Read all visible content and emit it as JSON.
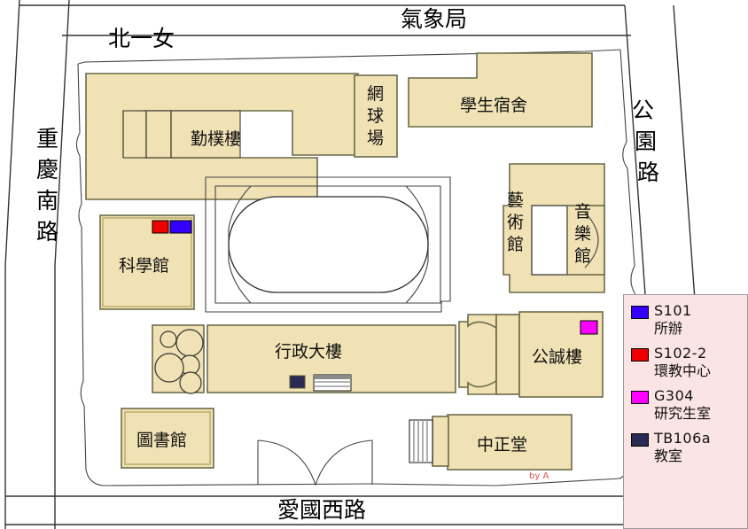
{
  "map": {
    "title_signature": "by A",
    "colors": {
      "building_fill": "#f0e2b4",
      "building_stroke": "#6b6b4a",
      "road_stroke": "#333333",
      "legend_bg": "#fbe4e4",
      "legend_border": "#9a9a9a",
      "marker_s101": "#3300ff",
      "marker_s102": "#ee0000",
      "marker_g304": "#ff00ff",
      "marker_tb106a": "#2a2a52"
    },
    "streets": [
      {
        "name": "north-landmark",
        "label": "北一女"
      },
      {
        "name": "northeast-landmark",
        "label": "氣象局"
      },
      {
        "name": "west-road",
        "label": "重慶南路"
      },
      {
        "name": "east-road",
        "label": "公園路"
      },
      {
        "name": "south-road",
        "label": "愛國西路"
      }
    ],
    "buildings": [
      {
        "id": "qinpu",
        "label": "勤樸樓"
      },
      {
        "id": "tennis",
        "label": "網球場"
      },
      {
        "id": "dorm",
        "label": "學生宿舍"
      },
      {
        "id": "science",
        "label": "科學館"
      },
      {
        "id": "art",
        "label": "藝術館"
      },
      {
        "id": "music",
        "label": "音樂館"
      },
      {
        "id": "admin",
        "label": "行政大樓"
      },
      {
        "id": "gongcheng",
        "label": "公誠樓"
      },
      {
        "id": "library",
        "label": "圖書館"
      },
      {
        "id": "zhongzheng",
        "label": "中正堂"
      }
    ]
  },
  "legend": {
    "items": [
      {
        "code": "S101",
        "desc": "所辦",
        "color": "#3300ff"
      },
      {
        "code": "S102-2",
        "desc": "環教中心",
        "color": "#ee0000"
      },
      {
        "code": "G304",
        "desc": "研究生室",
        "color": "#ff00ff"
      },
      {
        "code": "TB106a",
        "desc": "教室",
        "color": "#2a2a52"
      }
    ]
  }
}
